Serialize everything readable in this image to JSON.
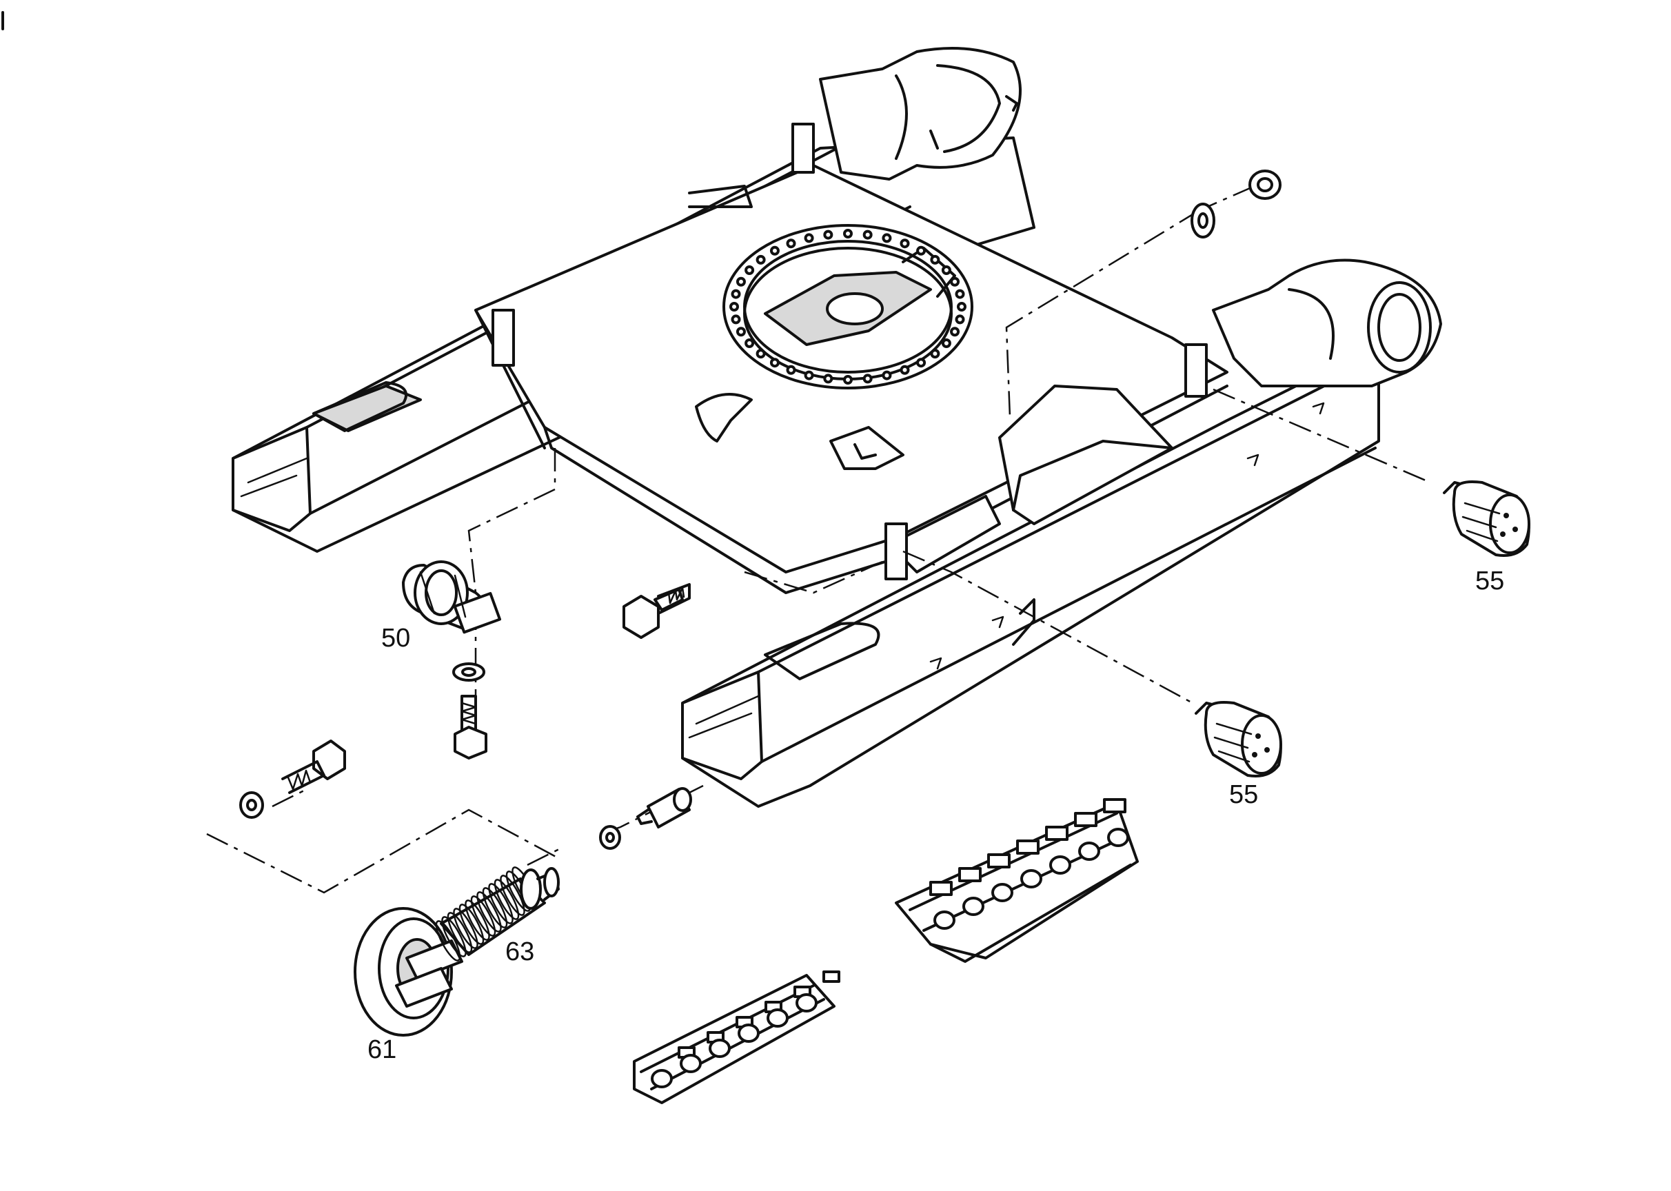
{
  "labels": [
    {
      "id": "50",
      "text": "50"
    },
    {
      "id": "55a",
      "text": "55"
    },
    {
      "id": "55b",
      "text": "55"
    },
    {
      "id": "61",
      "text": "61"
    },
    {
      "id": "63",
      "text": "63"
    }
  ]
}
